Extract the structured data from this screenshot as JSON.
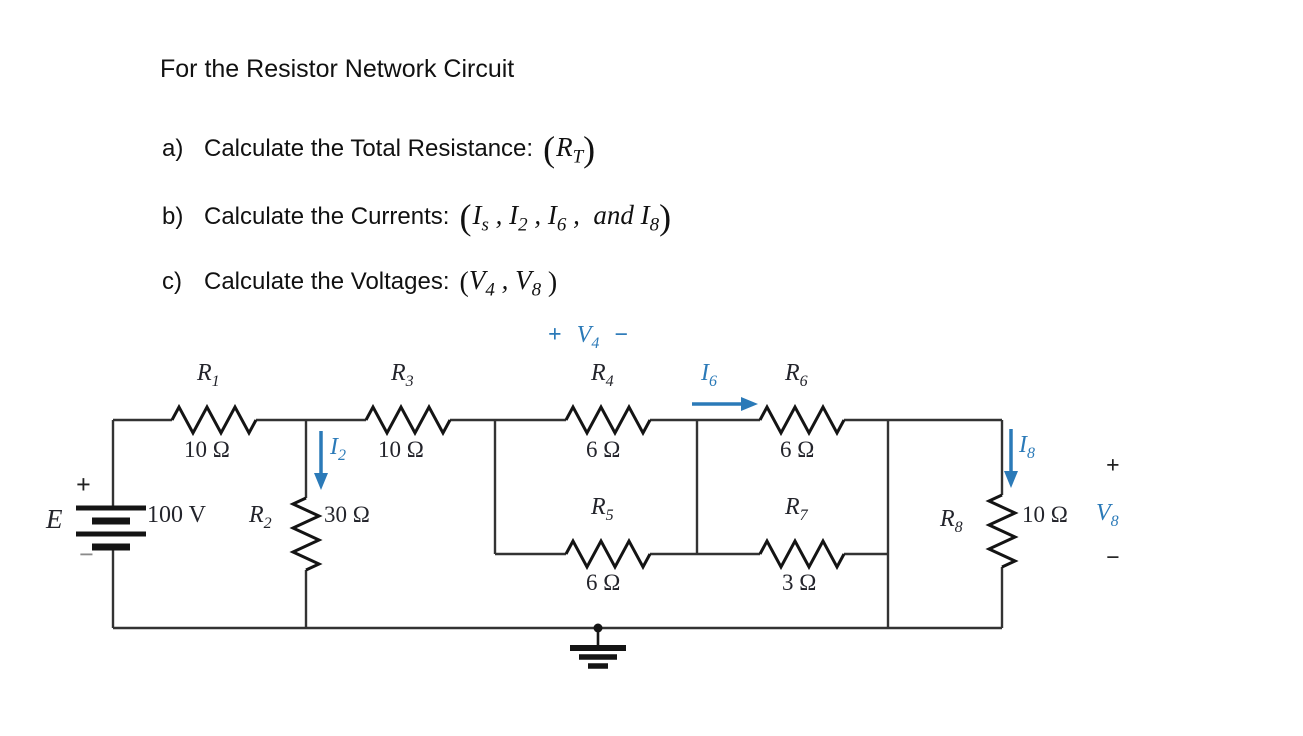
{
  "problem": {
    "title": "For the Resistor Network Circuit",
    "questions": [
      {
        "prefix": "a)",
        "text": "Calculate the Total Resistance:",
        "open": "(",
        "close": ")",
        "math": [
          {
            "base": "R",
            "sub": "T"
          }
        ]
      },
      {
        "prefix": "b)",
        "text": "Calculate the Currents:",
        "open": "(",
        "close": ")",
        "math": [
          {
            "base": "I",
            "sub": "s"
          },
          {
            "base": " , I",
            "sub": "2"
          },
          {
            "base": " , I",
            "sub": "6"
          },
          {
            "base": " ,  and I",
            "sub": "8"
          }
        ]
      },
      {
        "prefix": "c)",
        "text": "Calculate the Voltages:",
        "open": "(",
        "close": ")",
        "math": [
          {
            "base": "V",
            "sub": "4"
          },
          {
            "base": " , V",
            "sub": "8"
          },
          {
            "base": " ",
            "sub": ""
          }
        ]
      }
    ]
  },
  "circuit": {
    "source": {
      "label": "E",
      "plus": "+",
      "minus": "−",
      "value": "100 V"
    },
    "components": {
      "R1": {
        "base": "R",
        "sub": "1",
        "value": "10 Ω"
      },
      "R2": {
        "base": "R",
        "sub": "2",
        "value": "30 Ω"
      },
      "R3": {
        "base": "R",
        "sub": "3",
        "value": "10 Ω"
      },
      "R4": {
        "base": "R",
        "sub": "4",
        "value": "6 Ω"
      },
      "R5": {
        "base": "R",
        "sub": "5",
        "value": "6 Ω"
      },
      "R6": {
        "base": "R",
        "sub": "6",
        "value": "6 Ω"
      },
      "R7": {
        "base": "R",
        "sub": "7",
        "value": "3 Ω"
      },
      "R8": {
        "base": "R",
        "sub": "8",
        "value": "10 Ω"
      }
    },
    "currents": {
      "I2": {
        "base": "I",
        "sub": "2"
      },
      "I6": {
        "base": "I",
        "sub": "6"
      },
      "I8": {
        "base": "I",
        "sub": "8"
      }
    },
    "voltages": {
      "V4": {
        "plus": "+",
        "base": "V",
        "sub": "4",
        "minus": "−"
      },
      "V8": {
        "plus": "+",
        "base": "V",
        "sub": "8",
        "minus": "−"
      }
    },
    "colors": {
      "annotation_blue": "#2b7ab8",
      "label_dark": "#23242b",
      "wire": "#333333"
    }
  }
}
